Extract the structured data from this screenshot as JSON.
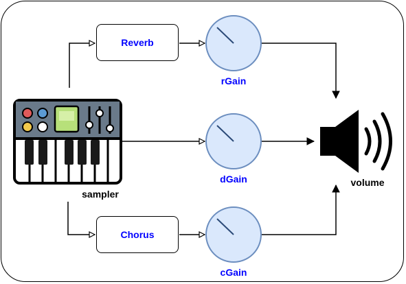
{
  "source": {
    "label": "sampler",
    "icon": "midi-keyboard-icon"
  },
  "effects": [
    {
      "label": "Reverb"
    },
    {
      "label": "Chorus"
    }
  ],
  "gains": [
    {
      "label": "rGain"
    },
    {
      "label": "dGain"
    },
    {
      "label": "cGain"
    }
  ],
  "output": {
    "label": "volume",
    "icon": "speaker-icon"
  },
  "colors": {
    "knob_fill": "#dae8fc",
    "knob_stroke": "#6c8ebf",
    "effect_text": "#0000ff",
    "gain_text": "#0000ff"
  }
}
